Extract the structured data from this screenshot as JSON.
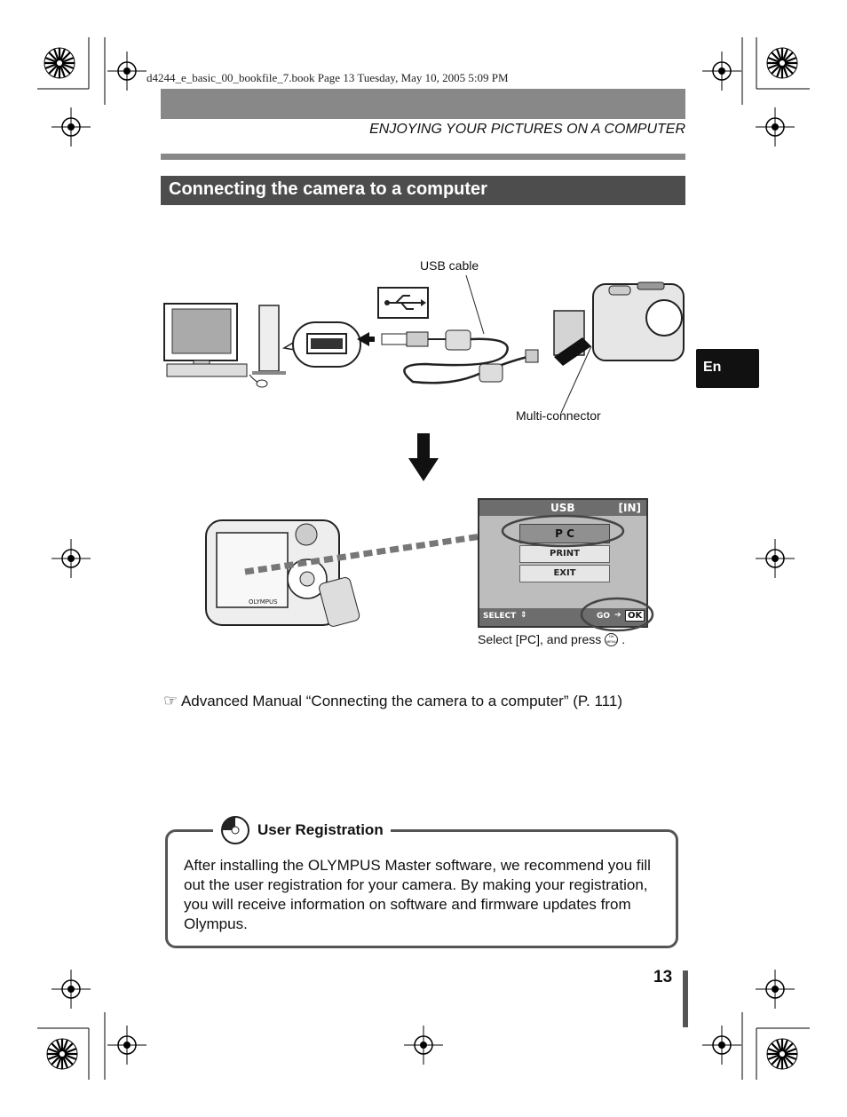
{
  "header": {
    "book_line": "d4244_e_basic_00_bookfile_7.book  Page 13  Tuesday, May 10, 2005  5:09 PM",
    "section_label": "ENJOYING YOUR PICTURES ON A COMPUTER"
  },
  "title": "Connecting the camera to a computer",
  "language_tab": "En",
  "diagram": {
    "usb_cable_label": "USB cable",
    "multi_connector_label": "Multi-connector",
    "lcd": {
      "header": "USB",
      "memory_badge": "[IN]",
      "options": [
        "P  C",
        "PRINT",
        "EXIT"
      ],
      "select_hint": "SELECT",
      "go_hint": "GO",
      "ok_label": "OK"
    },
    "caption": "Select [PC], and press",
    "caption_end": ".",
    "ok_button_icon_text": "OK MENU",
    "camera_brand": "OLYMPUS"
  },
  "reference": {
    "icon": "manual-reference-icon",
    "text": "Advanced Manual “Connecting the camera to a computer” (P. 111)"
  },
  "user_registration": {
    "icon": "cd-rom-icon",
    "title": "User Registration",
    "body": "After installing the OLYMPUS Master software, we recommend you fill out the user registration for your camera. By making your registration, you will receive information on software and firmware updates from Olympus."
  },
  "page_number": "13",
  "colors": {
    "header_bar": "#888888",
    "title_bar": "#4d4d4d",
    "lcd_header": "#6d6d6d",
    "lcd_bg": "#b0b0b0"
  }
}
